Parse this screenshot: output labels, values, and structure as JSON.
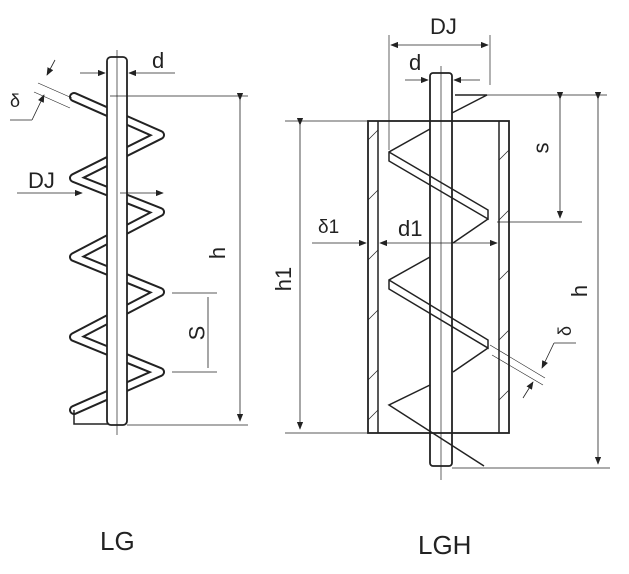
{
  "figures": [
    {
      "caption": "LG",
      "labels": {
        "d": "d",
        "delta": "δ",
        "dj": "DJ",
        "h": "h",
        "s": "S"
      }
    },
    {
      "caption": "LGH",
      "labels": {
        "dj": "DJ",
        "d": "d",
        "s": "s",
        "delta1": "δ1",
        "d1": "d1",
        "h1": "h1",
        "h": "h",
        "delta": "δ"
      }
    }
  ],
  "colors": {
    "line": "#222222",
    "dim": "#333333"
  }
}
